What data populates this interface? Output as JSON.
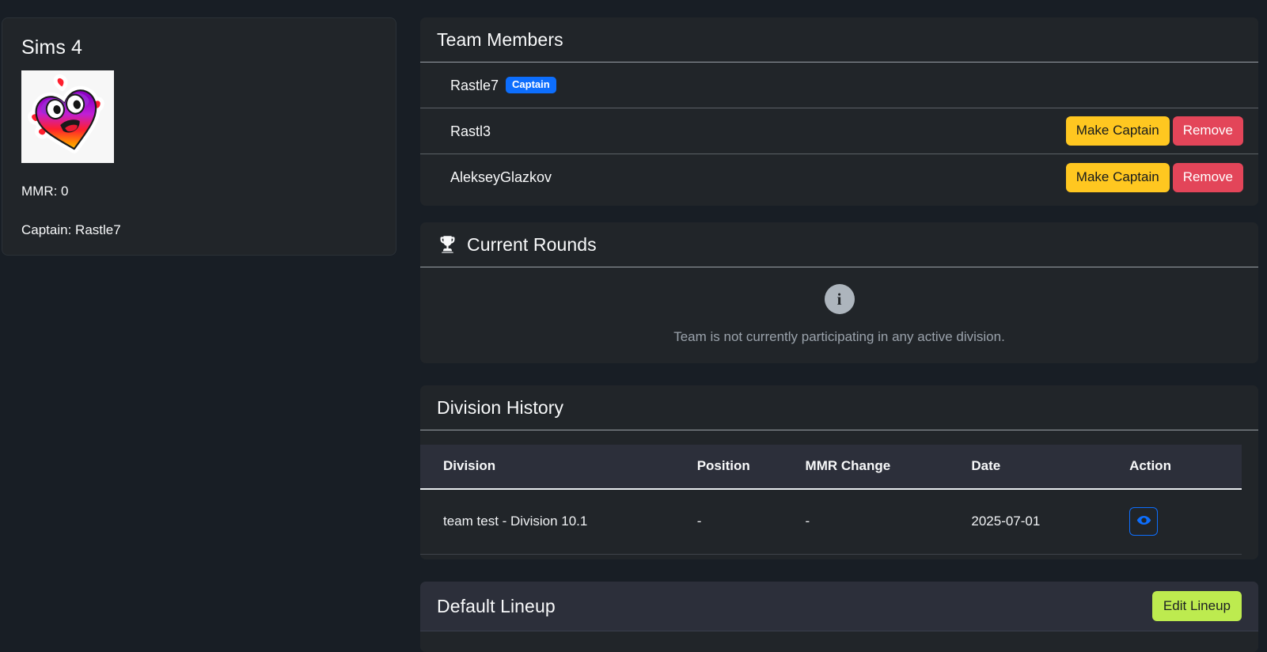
{
  "theme": {
    "page_bg": "#181e25",
    "card_bg": "#212529",
    "header_light_bg": "#2c2f3a",
    "accent_primary": "#0d6efd",
    "accent_warning": "#ffc720",
    "accent_danger": "#e34559",
    "accent_lime": "#bdeb4f",
    "muted_text": "#9aa2ab"
  },
  "team": {
    "name": "Sims 4",
    "avatar_icon": "fire-heart-emoji-avatar",
    "mmr_label": "MMR: 0",
    "captain_label": "Captain: Rastle7"
  },
  "members_card": {
    "title": "Team Members",
    "rows": [
      {
        "name": "Rastle7",
        "badge": "Captain",
        "has_badge": true,
        "has_actions": false,
        "make_captain_label": "Make Captain",
        "remove_label": "Remove"
      },
      {
        "name": "Rastl3",
        "badge": "",
        "has_badge": false,
        "has_actions": true,
        "make_captain_label": "Make Captain",
        "remove_label": "Remove"
      },
      {
        "name": "AlekseyGlazkov",
        "badge": "",
        "has_badge": false,
        "has_actions": true,
        "make_captain_label": "Make Captain",
        "remove_label": "Remove"
      }
    ]
  },
  "rounds_card": {
    "title": "Current Rounds",
    "title_icon": "trophy-icon",
    "empty_icon": "info-circle-icon",
    "empty_icon_glyph": "i",
    "empty_text": "Team is not currently participating in any active division."
  },
  "history_card": {
    "title": "Division History",
    "columns": [
      "Division",
      "Position",
      "MMR Change",
      "Date",
      "Action"
    ],
    "rows": [
      {
        "division": "team test - Division 10.1",
        "position": "-",
        "mmr_change": "-",
        "date": "2025-07-01",
        "action_icon": "eye-icon"
      }
    ]
  },
  "lineup_card": {
    "title": "Default Lineup",
    "edit_label": "Edit Lineup"
  }
}
